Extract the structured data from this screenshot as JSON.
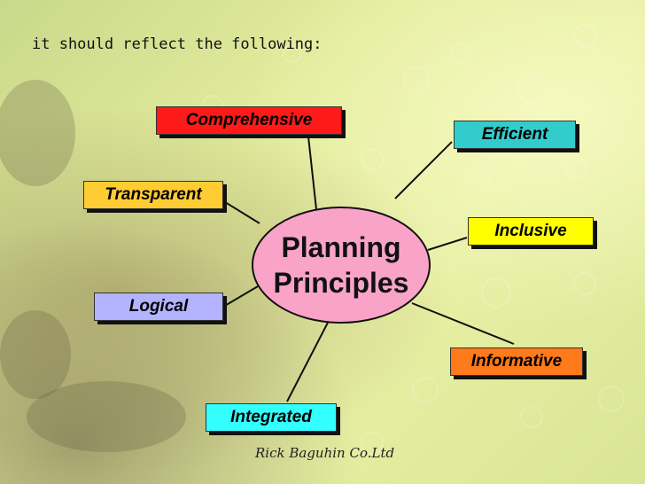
{
  "heading": "it should reflect the following:",
  "center": {
    "line1": "Planning",
    "line2": "Principles",
    "color": "#f9a3c9"
  },
  "principles": {
    "comprehensive": {
      "label": "Comprehensive",
      "color": "#ff1a1a"
    },
    "efficient": {
      "label": "Efficient",
      "color": "#33cccc"
    },
    "transparent": {
      "label": "Transparent",
      "color": "#ffcc33"
    },
    "inclusive": {
      "label": "Inclusive",
      "color": "#ffff00"
    },
    "logical": {
      "label": "Logical",
      "color": "#b3b3ff"
    },
    "informative": {
      "label": "Informative",
      "color": "#ff7a1a"
    },
    "integrated": {
      "label": "Integrated",
      "color": "#33ffff"
    }
  },
  "credit": "Rick Baguhin Co.Ltd"
}
